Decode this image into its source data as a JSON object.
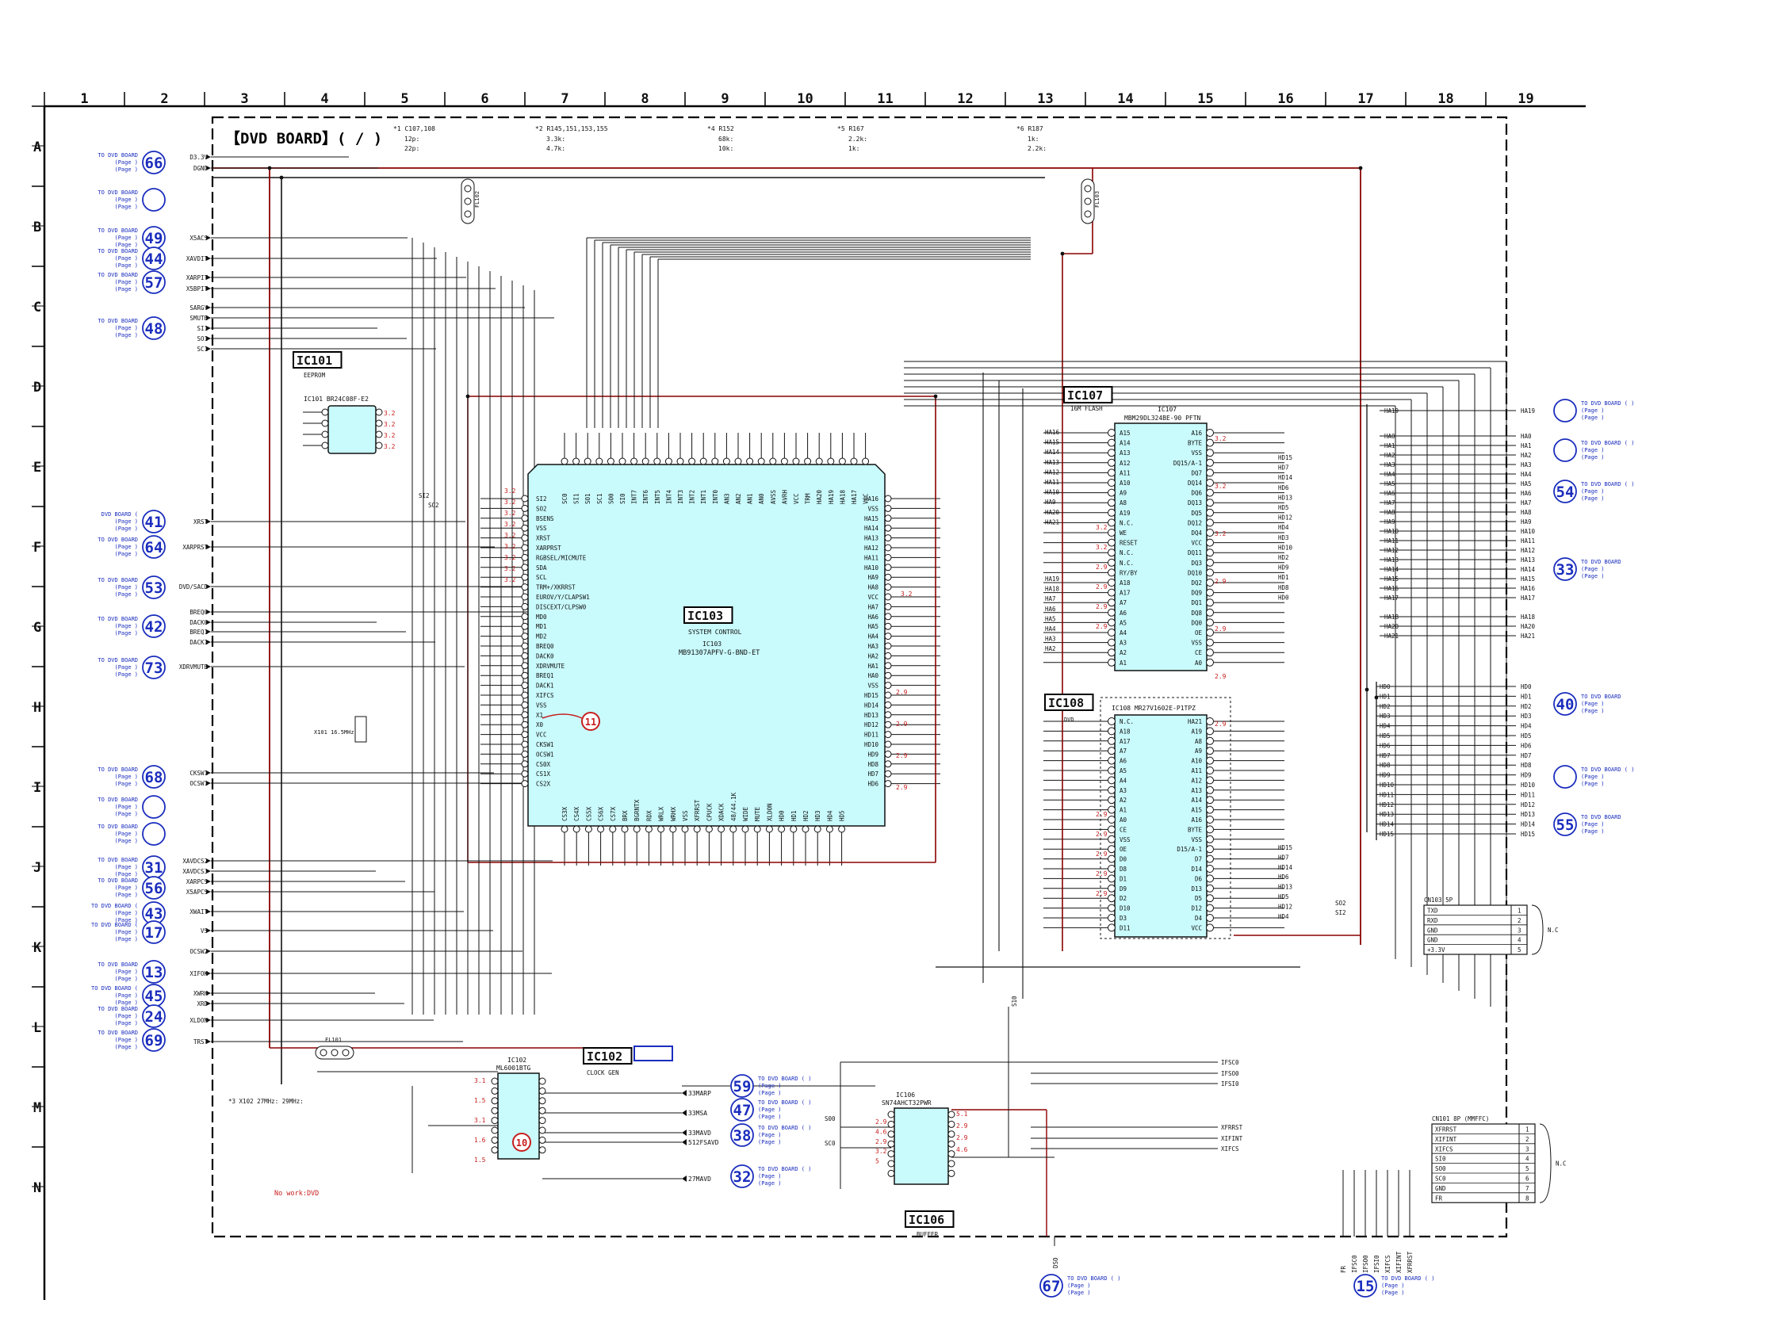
{
  "board_title": "【DVD BOARD】( / )",
  "grid": {
    "columns": [
      "1",
      "2",
      "3",
      "4",
      "5",
      "6",
      "7",
      "8",
      "9",
      "10",
      "11",
      "12",
      "13",
      "14",
      "15",
      "16",
      "17",
      "18",
      "19"
    ],
    "rows": [
      "A",
      "B",
      "C",
      "D",
      "E",
      "F",
      "G",
      "H",
      "I",
      "J",
      "K",
      "L",
      "M",
      "N"
    ]
  },
  "notes": [
    {
      "head": "*1 C107,108",
      "l1": "12p:",
      "l2": "22p:"
    },
    {
      "head": "*2 R145,151,153,155",
      "l1": "3.3k:",
      "l2": "4.7k:"
    },
    {
      "head": "*4 R152",
      "l1": "68k:",
      "l2": "10k:"
    },
    {
      "head": "*5 R167",
      "l1": "2.2k:",
      "l2": "1k:"
    },
    {
      "head": "*6 R187",
      "l1": "1k:",
      "l2": "2.2k:"
    }
  ],
  "left_signals": [
    "D3.3V",
    "DGND",
    "X5ACS",
    "XAVDIT",
    "XARPIT",
    "X5BPIT",
    "SARGY",
    "SMUTE",
    "SI1",
    "SO1",
    "SC1",
    "XRST",
    "XARPRST",
    "DVD/SACD",
    "BREQ0",
    "DACK0",
    "BREQ1",
    "DACK1",
    "XDRVMUTE",
    "CKSW1",
    "OCSW1",
    "XAVDCS2",
    "XAVDCS3",
    "XARPCS",
    "X5APCS",
    "XWAIT",
    "VS",
    "OCSW2",
    "XIFOK",
    "XWRH",
    "XRD",
    "XLDON",
    "TRST"
  ],
  "connectors": [
    {
      "num": "66",
      "to": "TO DVD BOARD",
      "page": "(Page )"
    },
    {
      "num": "",
      "to": "TO DVD BOARD",
      "page": "(Page )"
    },
    {
      "num": "49",
      "to": "TO DVD BOARD",
      "page": "(Page )"
    },
    {
      "num": "44",
      "to": "TO DVD BOARD",
      "page": "(Page )"
    },
    {
      "num": "57",
      "to": "TO DVD BOARD",
      "page": "(Page )"
    },
    {
      "num": "48",
      "to": "TO DVD BOARD",
      "page": "(Page )"
    },
    {
      "num": "41",
      "to": "DVD BOARD (",
      "page": "(Page )"
    },
    {
      "num": "64",
      "to": "TO DVD BOARD",
      "page": "(Page )"
    },
    {
      "num": "53",
      "to": "TO DVD BOARD",
      "page": "(Page )"
    },
    {
      "num": "42",
      "to": "TO DVD BOARD",
      "page": "(Page )"
    },
    {
      "num": "73",
      "to": "TO DVD BOARD",
      "page": "(Page )"
    },
    {
      "num": "68",
      "to": "TO DVD BOARD",
      "page": "(Page )"
    },
    {
      "num": "",
      "to": "TO DVD BOARD",
      "page": "(Page )"
    },
    {
      "num": "",
      "to": "TO DVD BOARD",
      "page": "(Page )"
    },
    {
      "num": "31",
      "to": "TO DVD BOARD",
      "page": "(Page )"
    },
    {
      "num": "56",
      "to": "TO DVD BOARD",
      "page": "(Page )"
    },
    {
      "num": "43",
      "to": "TO DVD BOARD (",
      "page": "(Page )"
    },
    {
      "num": "17",
      "to": "TO DVD BOARD (",
      "page": "(Page )"
    },
    {
      "num": "13",
      "to": "TO DVD BOARD",
      "page": "(Page )"
    },
    {
      "num": "45",
      "to": "TO DVD BOARD (",
      "page": "(Page )"
    },
    {
      "num": "24",
      "to": "TO DVD BOARD",
      "page": "(Page )"
    },
    {
      "num": "69",
      "to": "TO DVD BOARD",
      "page": "(Page )"
    }
  ],
  "right_connectors": [
    {
      "num": "",
      "to": "TO DVD BOARD ( )",
      "page": "(Page )"
    },
    {
      "num": "",
      "to": "TO DVD BOARD ( )",
      "page": "(Page )"
    },
    {
      "num": "54",
      "to": "TO DVD BOARD ( )",
      "page": "(Page )"
    },
    {
      "num": "33",
      "to": "TO DVD BOARD",
      "page": "(Page )"
    },
    {
      "num": "40",
      "to": "TO DVD BOARD",
      "page": "(Page )"
    },
    {
      "num": "",
      "to": "TO DVD BOARD ( )",
      "page": "(Page )"
    },
    {
      "num": "55",
      "to": "TO DVD BOARD",
      "page": "(Page )"
    }
  ],
  "bottom_connectors": [
    {
      "num": "59",
      "to": "TO DVD BOARD ( )",
      "page": "(Page )"
    },
    {
      "num": "47",
      "to": "TO DVD BOARD ( )",
      "page": "(Page )"
    },
    {
      "num": "38",
      "to": "TO DVD BOARD ( )",
      "page": "(Page )"
    },
    {
      "num": "32",
      "to": "TO DVD BOARD ( )",
      "page": "(Page )"
    },
    {
      "num": "67",
      "to": "TO DVD BOARD ( )",
      "page": "(Page )"
    },
    {
      "num": "15",
      "to": "TO DVD BOARD ( )",
      "page": "(Page )"
    }
  ],
  "ic101": {
    "tag": "IC101",
    "role": "EEPROM",
    "part": "IC101 BR24C08F-E2"
  },
  "ic103": {
    "tag": "IC103",
    "role": "SYSTEM CONTROL",
    "part": "IC103",
    "part2": "MB91307APFV-G-BND-ET",
    "left_pins": [
      "SI2",
      "SO2",
      "BSENS",
      "VSS",
      "XRST",
      "XARPRST",
      "RGBSEL/MICMUTE",
      "SDA",
      "SCL",
      "TRM+/XKRRST",
      "EUROV/Y/CLAPSW1",
      "DISCEXT/CLPSW0",
      "MD0",
      "MD1",
      "MD2",
      "BREQ0",
      "DACK0",
      "XDRVMUTE",
      "BREQ1",
      "DACK1",
      "XIFCS",
      "VSS",
      "X1",
      "X0",
      "VCC",
      "CKSW1",
      "OCSW1",
      "CS0X",
      "CS1X",
      "CS2X"
    ],
    "right_pins": [
      "HA16",
      "VSS",
      "HA15",
      "HA14",
      "HA13",
      "HA12",
      "HA11",
      "HA10",
      "HA9",
      "HA8",
      "VCC",
      "HA7",
      "HA6",
      "HA5",
      "HA4",
      "HA3",
      "HA2",
      "HA1",
      "HA0",
      "VSS",
      "HD15",
      "HD14",
      "HD13",
      "HD12",
      "HD11",
      "HD10",
      "HD9",
      "HD8",
      "HD7",
      "HD6"
    ],
    "top_pins": [
      "SC0",
      "SI1",
      "SO1",
      "SC1",
      "SO0",
      "SI0",
      "INT7",
      "INT6",
      "INT5",
      "INT4",
      "INT3",
      "INT2",
      "INT1",
      "INT0",
      "AN3",
      "AN2",
      "AN1",
      "AN0",
      "AVSS",
      "AVRH",
      "VCC",
      "TRM",
      "HA20",
      "HA19",
      "HA18",
      "HA17",
      "VCC"
    ],
    "bottom_pins": [
      "CS3X",
      "CS4X",
      "CS5X",
      "CS6X",
      "CS7X",
      "BRX",
      "BGRNTX",
      "RDX",
      "WRLX",
      "WRHX",
      "VSS",
      "XFRRST",
      "CPUCK",
      "XDACK",
      "48/44.1K",
      "WIDE",
      "MUTE",
      "XLDON",
      "HD0",
      "HD1",
      "HD2",
      "HD3",
      "HD4",
      "HD5"
    ]
  },
  "ic107": {
    "tag": "IC107",
    "role": "16M FLASH",
    "part": "IC107",
    "part2": "MBM29DL324BE-90 PFTN",
    "left_pins": [
      "A15",
      "A14",
      "A13",
      "A12",
      "A11",
      "A10",
      "A9",
      "A8",
      "A19",
      "N.C.",
      "WE",
      "RESET",
      "N.C.",
      "N.C.",
      "RY/BY",
      "A18",
      "A17",
      "A7",
      "A6",
      "A5",
      "A4",
      "A3",
      "A2",
      "A1"
    ],
    "right_pins": [
      "A16",
      "BYTE",
      "VSS",
      "DQ15/A-1",
      "DQ7",
      "DQ14",
      "DQ6",
      "DQ13",
      "DQ5",
      "DQ12",
      "DQ4",
      "VCC",
      "DQ11",
      "DQ3",
      "DQ10",
      "DQ2",
      "DQ9",
      "DQ1",
      "DQ8",
      "DQ0",
      "OE",
      "VSS",
      "CE",
      "A0"
    ]
  },
  "ic108": {
    "tag": "IC108",
    "role": "DVD",
    "part": "IC108 MR27V1602E-P1TPZ",
    "left_pins": [
      "N.C.",
      "A18",
      "A17",
      "A7",
      "A6",
      "A5",
      "A4",
      "A3",
      "A2",
      "A1",
      "A0",
      "CE",
      "VSS",
      "OE",
      "D0",
      "D8",
      "D1",
      "D9",
      "D2",
      "D10",
      "D3",
      "D11"
    ],
    "right_pins": [
      "HA21",
      "A19",
      "A8",
      "A9",
      "A10",
      "A11",
      "A12",
      "A13",
      "A14",
      "A15",
      "A16",
      "BYTE",
      "VSS",
      "D15/A-1",
      "D7",
      "D14",
      "D6",
      "D13",
      "D5",
      "D12",
      "D4",
      "VCC"
    ]
  },
  "ic102": {
    "tag": "IC102",
    "role": "CLOCK GEN",
    "part": "IC102",
    "part2": "ML6001BTG"
  },
  "ic106": {
    "tag": "IC106",
    "role": "BUFFER",
    "part": "IC106",
    "part2": "SN74AHCT32PWR"
  },
  "ha_bus_left": [
    "HA16",
    "HA15",
    "HA14",
    "HA13",
    "HA12",
    "HA11",
    "HA10",
    "HA9",
    "HA20",
    "HA21"
  ],
  "ha_bus_left2": [
    "HA19",
    "HA18",
    "HA7",
    "HA6",
    "HA5",
    "HA4",
    "HA3",
    "HA2"
  ],
  "ha_list_right": [
    "HA19",
    "HA0",
    "HA1",
    "HA2",
    "HA3",
    "HA4",
    "HA5",
    "HA6",
    "HA7",
    "HA8",
    "HA9",
    "HA10",
    "HA11",
    "HA12",
    "HA13",
    "HA14",
    "HA15",
    "HA16",
    "HA17",
    "HA18",
    "HA20",
    "HA21"
  ],
  "hd_list_right": [
    "HD0",
    "HD1",
    "HD2",
    "HD3",
    "HD4",
    "HD5",
    "HD6",
    "HD7",
    "HD8",
    "HD9",
    "HD10",
    "HD11",
    "HD12",
    "HD13",
    "HD14",
    "HD15"
  ],
  "hd_bus_ic107": [
    "HD15",
    "HD7",
    "HD14",
    "HD6",
    "HD13",
    "HD5",
    "HD12",
    "HD4",
    "HD3",
    "HD10",
    "HD2",
    "HD9",
    "HD1",
    "HD8",
    "HD0"
  ],
  "hd_bus_ic108": [
    "HD15",
    "HD7",
    "HD14",
    "HD6",
    "HD13",
    "HD5",
    "HD12",
    "HD4"
  ],
  "cn103": {
    "title": "CN103 5P",
    "pins": [
      "TXD",
      "RXD",
      "GND",
      "GND",
      "+3.3V"
    ],
    "nums": [
      "1",
      "2",
      "3",
      "4",
      "5"
    ],
    "nc": "N.C"
  },
  "cn101": {
    "title": "CN101 8P (MMFFC)",
    "pins": [
      "XFRRST",
      "XIFINT",
      "XIFCS",
      "SI0",
      "SO0",
      "SC0",
      "GND",
      "FR"
    ],
    "nums": [
      "1",
      "2",
      "3",
      "4",
      "5",
      "6",
      "7",
      "8"
    ],
    "nc": "N.C"
  },
  "clock_out": [
    "33MARP",
    "33MSA",
    "33MAVD",
    "512FSAVD",
    "27MAVD"
  ],
  "ic106_signals": [
    "IFSC0",
    "IFSO0",
    "IFSI0",
    "XFRRST",
    "XIFINT",
    "XIFCS"
  ],
  "bottom_vertical": [
    "FR",
    "IFSC0",
    "IFSO0",
    "IFSI0",
    "XIFCS",
    "XIFINT",
    "XFRRST"
  ],
  "voltage": "3.2",
  "volt_ic102": [
    "3.1",
    "1.5",
    "3.1",
    "1.6",
    "1.5"
  ],
  "x101": "X101 16.5MHz",
  "x102": "*3 X102 27MHz: 29MHz:",
  "no_work": "No work:DVD",
  "fl": [
    "FL101",
    "FL102",
    "FL103"
  ],
  "s_labels": {
    "s10": "S10",
    "s00": "S00",
    "sc0": "SC0",
    "so2": "SO2",
    "si2": "SI2"
  },
  "circle_markers": [
    "10",
    "11"
  ],
  "colors": {
    "line": "#111111",
    "red_wire": "#8b0000",
    "ic_fill": "#c9fafc",
    "connector": "#1a2dbd",
    "volt": "#c81e1e",
    "frame": "#000000"
  }
}
